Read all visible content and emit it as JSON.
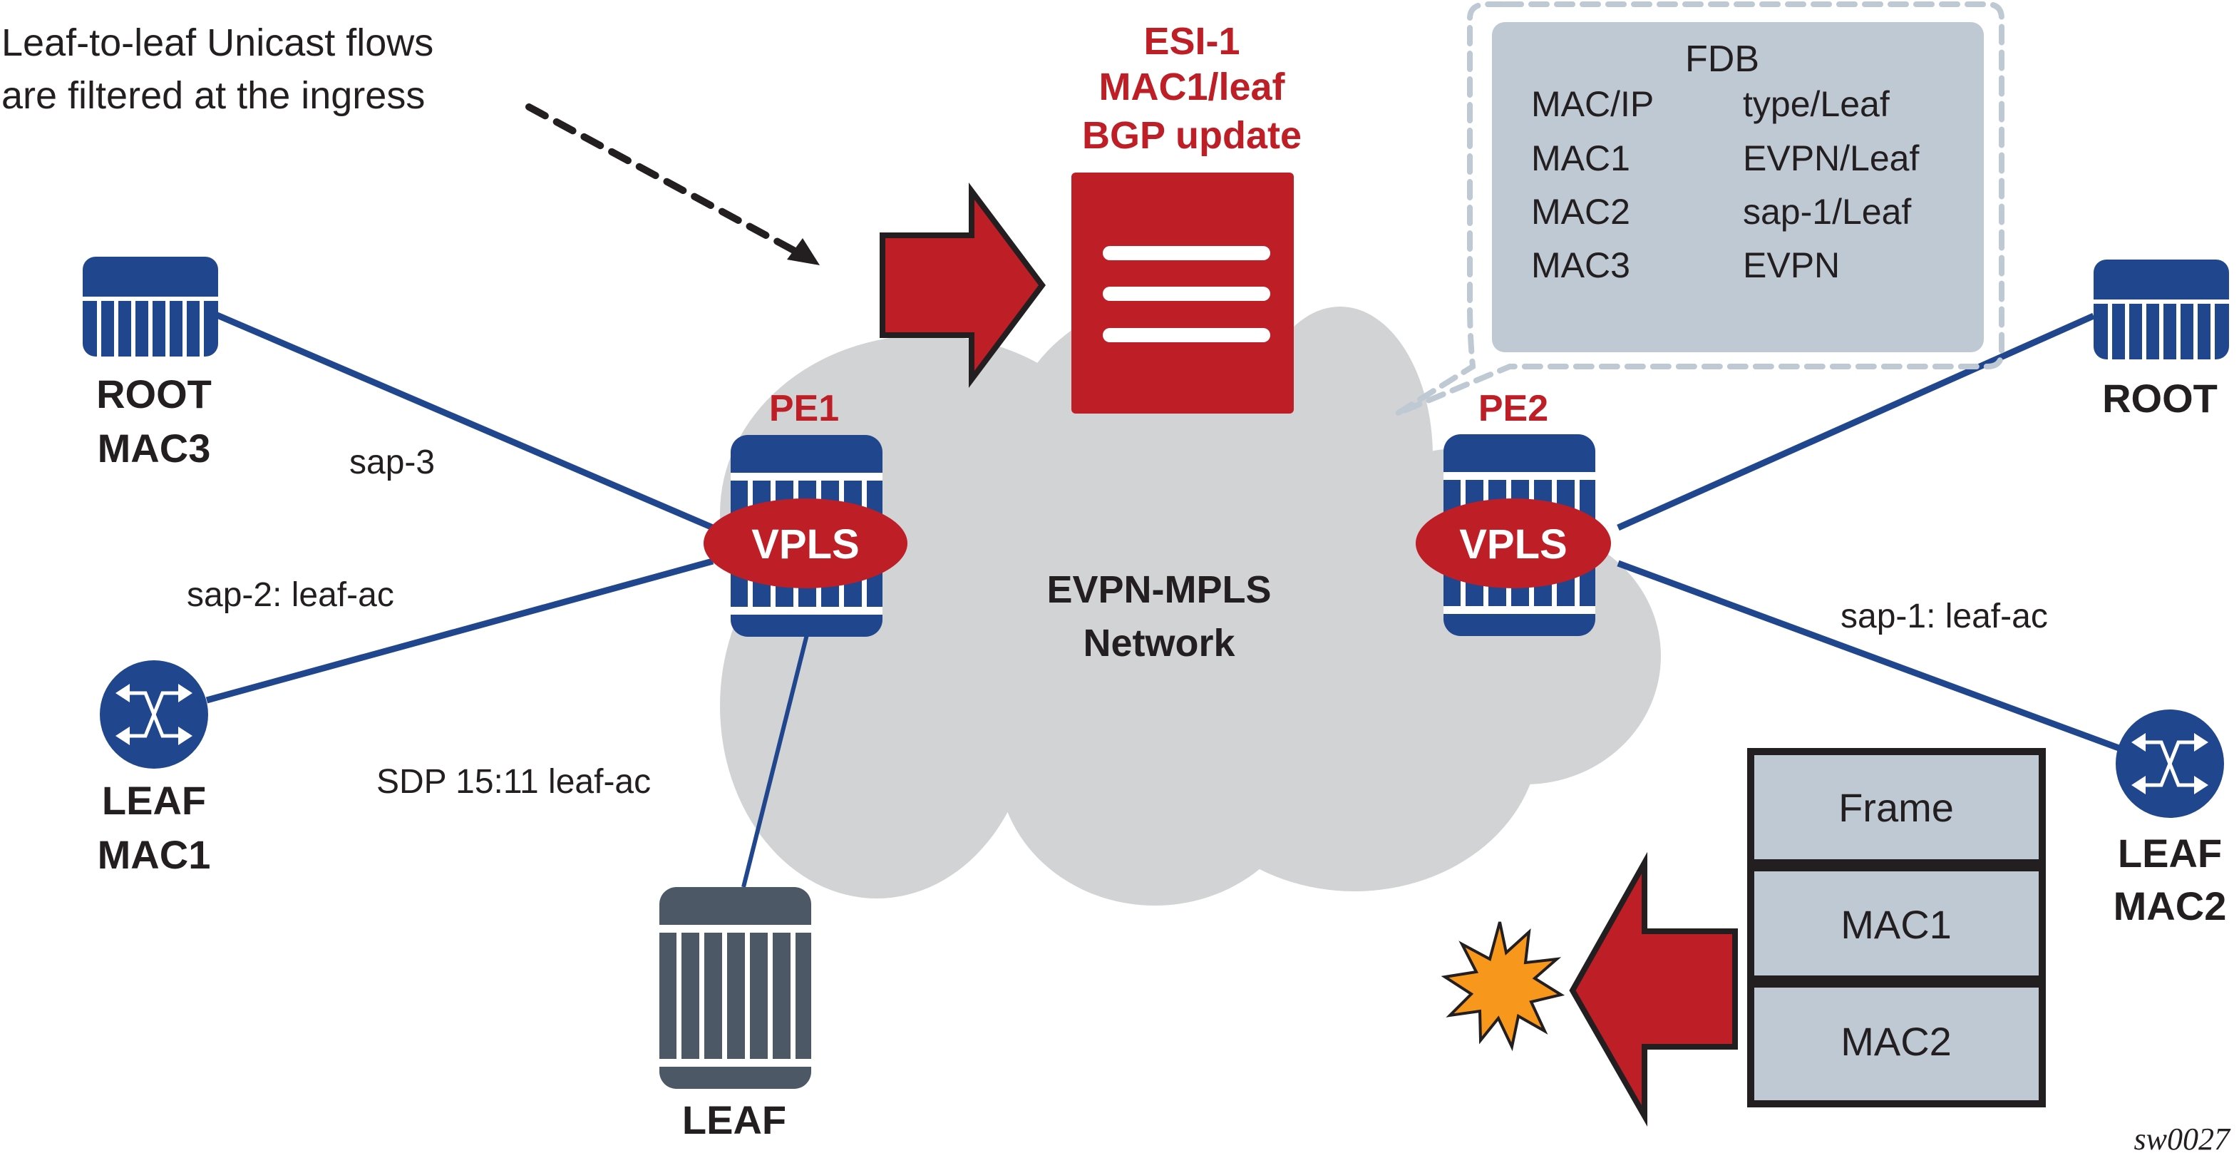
{
  "annotation": {
    "line1": "Leaf-to-leaf Unicast flows",
    "line2": "are filtered at the ingress"
  },
  "bgp_update": {
    "line1": "ESI-1",
    "line2": "MAC1/leaf",
    "line3": "BGP update"
  },
  "fdb": {
    "title": "FDB",
    "header": [
      "MAC/IP",
      "type/Leaf"
    ],
    "rows": [
      [
        "MAC1",
        "EVPN/Leaf"
      ],
      [
        "MAC2",
        "sap-1/Leaf"
      ],
      [
        "MAC3",
        "EVPN"
      ]
    ]
  },
  "pe1": {
    "label": "PE1",
    "service": "VPLS"
  },
  "pe2": {
    "label": "PE2",
    "service": "VPLS"
  },
  "network": {
    "line1": "EVPN-MPLS",
    "line2": "Network"
  },
  "nodes": {
    "root_left": {
      "line1": "ROOT",
      "line2": "MAC3"
    },
    "leaf_left": {
      "line1": "LEAF",
      "line2": "MAC1"
    },
    "leaf_bottom": {
      "line1": "LEAF"
    },
    "root_right": {
      "line1": "ROOT"
    },
    "leaf_right": {
      "line1": "LEAF",
      "line2": "MAC2"
    }
  },
  "links": {
    "sap3": "sap-3",
    "sap2": "sap-2: leaf-ac",
    "sdp": "SDP 15:11 leaf-ac",
    "sap1": "sap-1: leaf-ac"
  },
  "frame": {
    "rows": [
      "Frame",
      "MAC1",
      "MAC2"
    ]
  },
  "figure_id": "sw0027",
  "colors": {
    "node_blue": "#20468e",
    "leaf_gray": "#4d5866",
    "accent_red": "#be1e26",
    "cloud_gray": "#d1d3d4",
    "table_fill": "#bec9d3",
    "dash_gray": "#bec9d3",
    "burst_orange": "#f7981d",
    "text_dark": "#231f20"
  }
}
